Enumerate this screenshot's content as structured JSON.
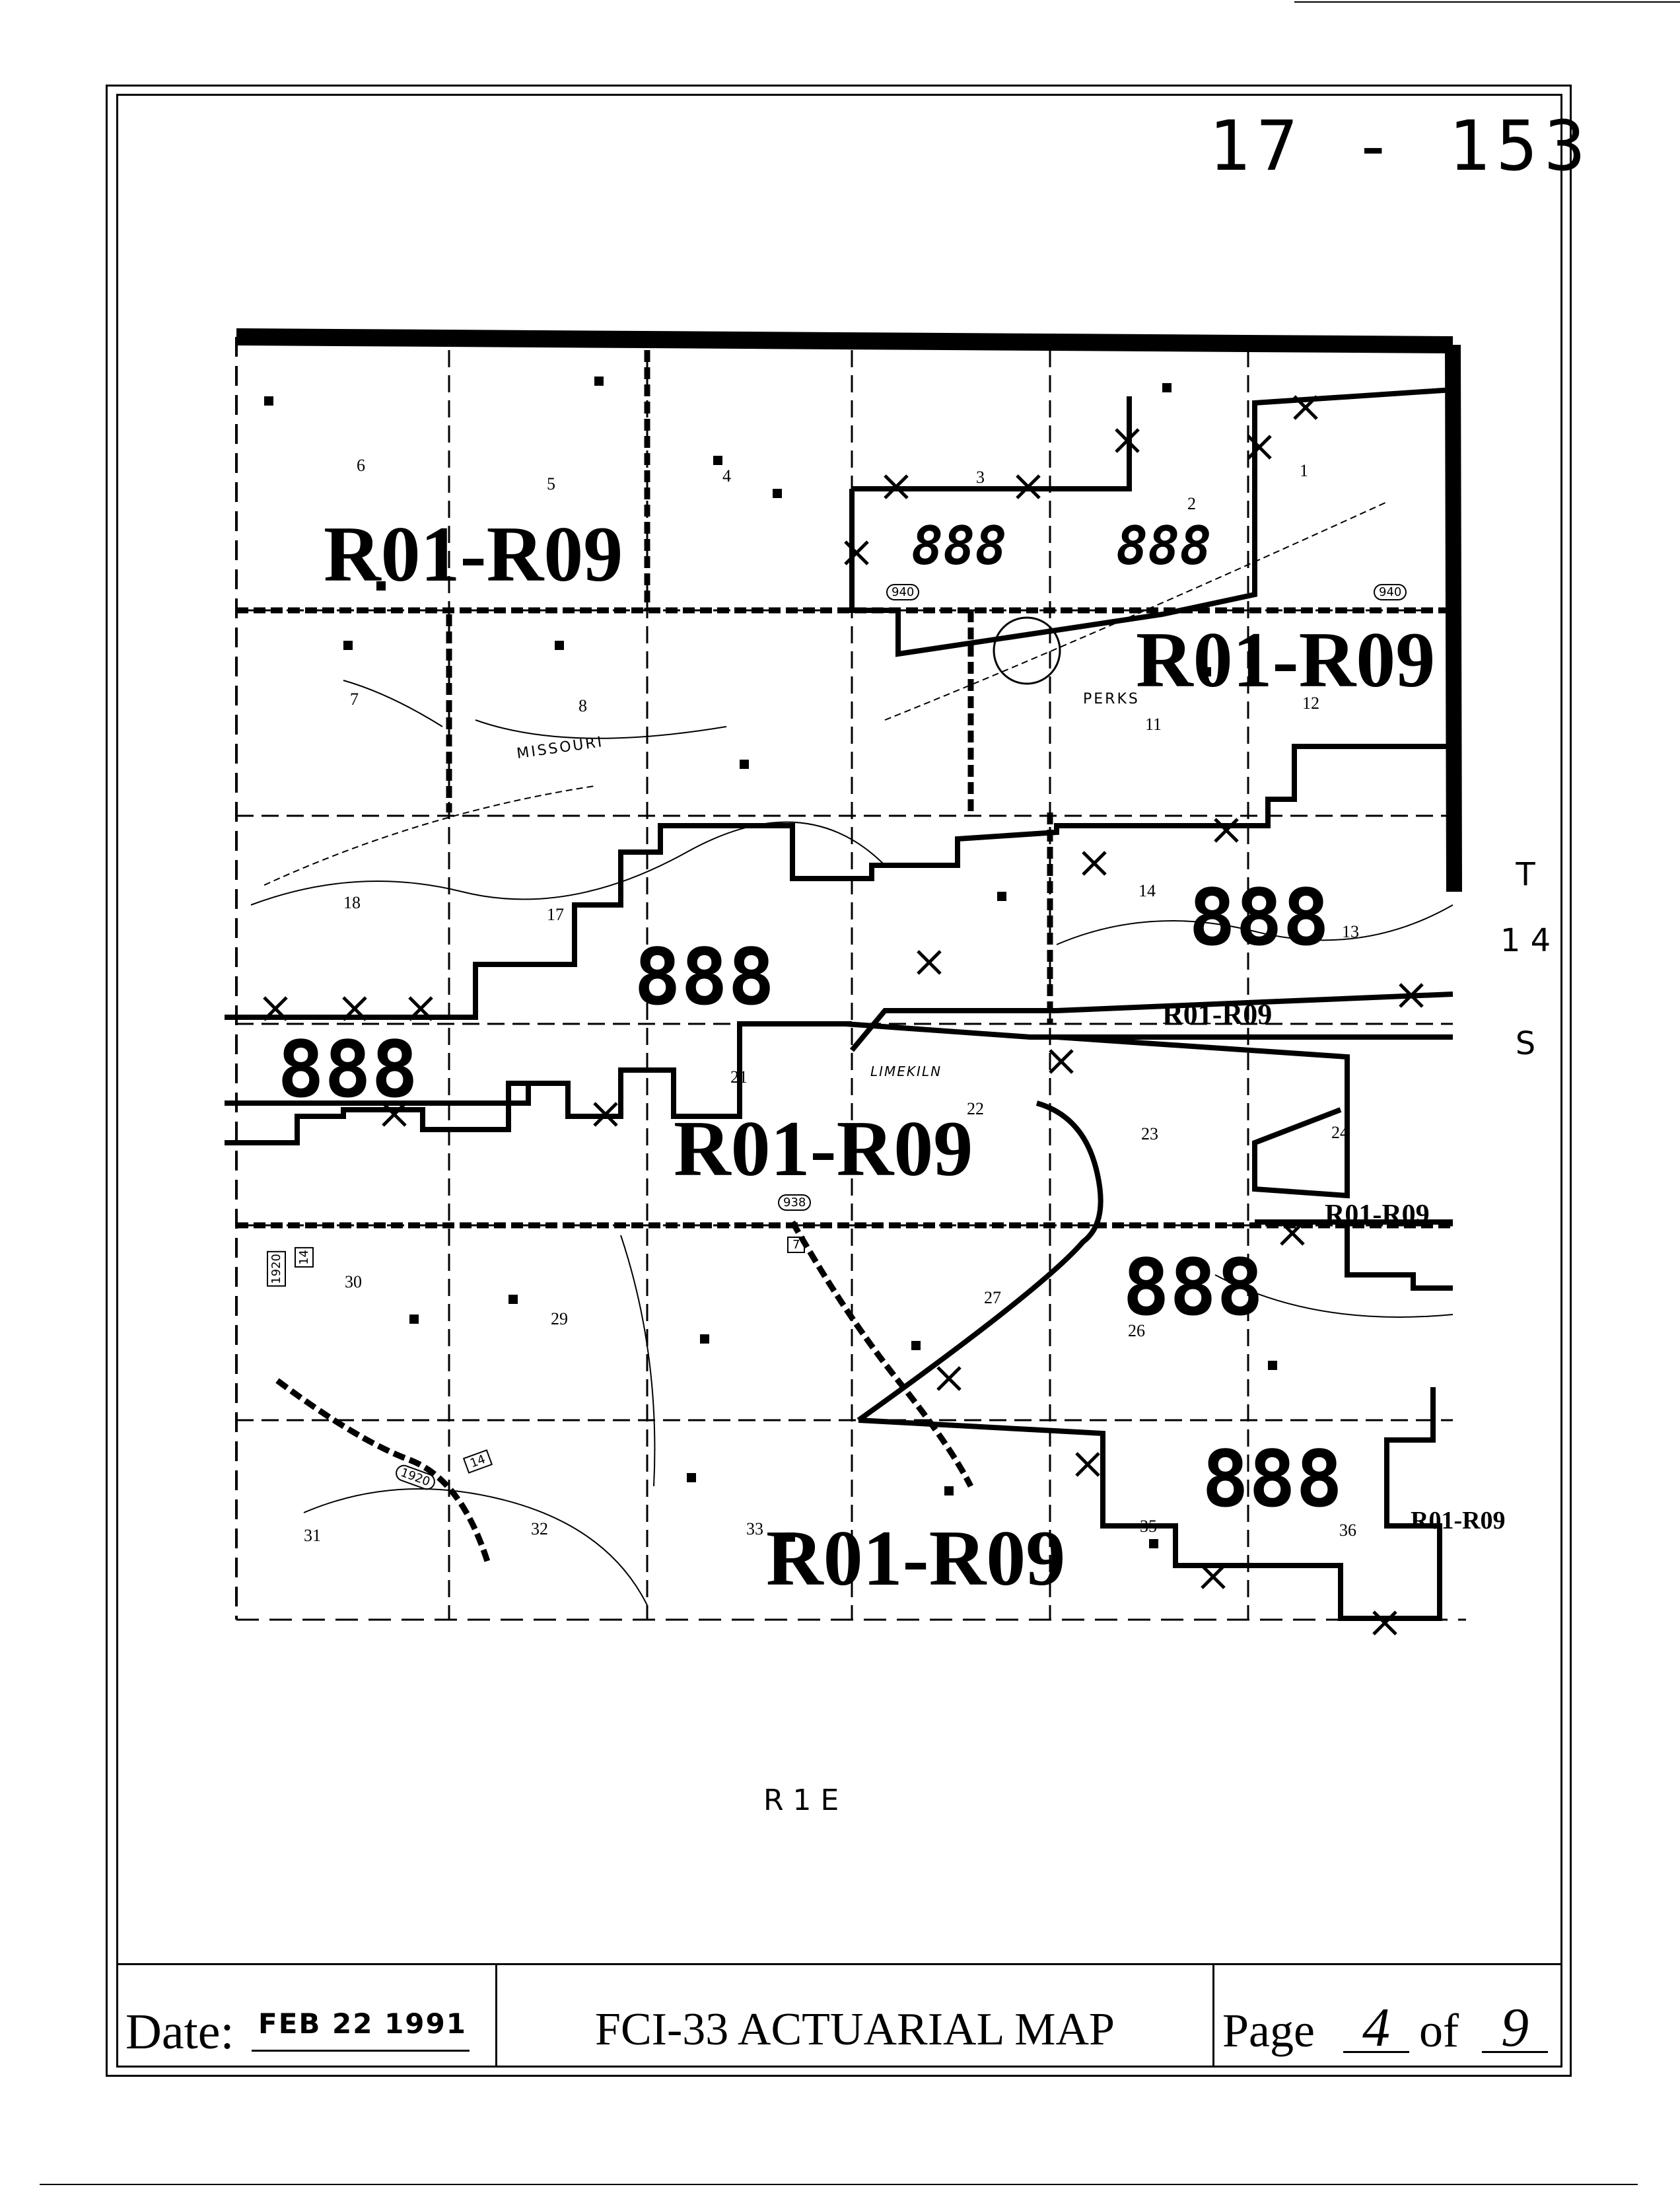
{
  "header": {
    "map_number": "17 - 153"
  },
  "township": {
    "t": "T",
    "num": "1 4",
    "dir": "S"
  },
  "range": {
    "label": "R   1   E"
  },
  "map": {
    "rating_labels": [
      "R01-R09",
      "R01-R09",
      "R01-R09",
      "R01-R09",
      "R01-R09",
      "R01-R09",
      "R01-R09"
    ],
    "zone_labels": [
      "888",
      "888",
      "888",
      "888",
      "888",
      "888",
      "888"
    ],
    "sections": [
      "1",
      "2",
      "3",
      "4",
      "5",
      "6",
      "7",
      "8",
      "11",
      "12",
      "13",
      "14",
      "17",
      "18",
      "21",
      "22",
      "23",
      "24",
      "26",
      "27",
      "29",
      "30",
      "31",
      "32",
      "33",
      "35",
      "36"
    ],
    "place_names": [
      "MISSOURI",
      "PERKS",
      "LIMEKILN"
    ],
    "road_numbers": [
      "940",
      "940",
      "938",
      "1920",
      "1920",
      "14",
      "14",
      "7"
    ]
  },
  "footer": {
    "date_label": "Date:",
    "date_value": "FEB 22 1991",
    "title": "FCI-33 ACTUARIAL MAP",
    "page_label": "Page",
    "page_number": "4",
    "page_of": "of",
    "page_total": "9"
  }
}
